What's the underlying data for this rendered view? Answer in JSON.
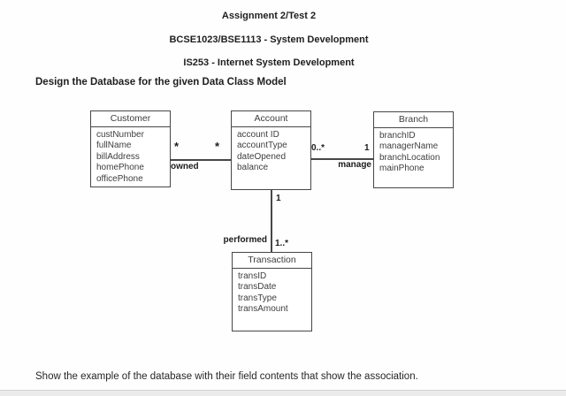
{
  "header": {
    "title": "Assignment 2/Test 2",
    "course_line1": "BCSE1023/BSE1113 - System Development",
    "course_line2": "IS253 - Internet System Development",
    "instruction": "Design the Database for the given Data Class Model"
  },
  "footer": {
    "instruction": "Show the example of the database with their field contents that show the association."
  },
  "diagram": {
    "classes": [
      {
        "name": "Customer",
        "attributes": [
          "custNumber",
          "fullName",
          "billAddress",
          "homePhone",
          "officePhone"
        ]
      },
      {
        "name": "Account",
        "attributes": [
          "account ID",
          "accountType",
          "dateOpened",
          "balance"
        ]
      },
      {
        "name": "Branch",
        "attributes": [
          "branchID",
          "managerName",
          "branchLocation",
          "mainPhone"
        ]
      },
      {
        "name": "Transaction",
        "attributes": [
          "transID",
          "transDate",
          "transType",
          "transAmount"
        ]
      }
    ],
    "associations": [
      {
        "label": "owned",
        "between": [
          "Customer",
          "Account"
        ],
        "mult_near_customer": "*",
        "mult_near_account": "*"
      },
      {
        "label": "manage",
        "between": [
          "Account",
          "Branch"
        ],
        "mult_near_account": "0..*",
        "mult_near_branch": "1"
      },
      {
        "label": "performed",
        "between": [
          "Account",
          "Transaction"
        ],
        "mult_near_account": "1",
        "mult_near_transaction": "1..*"
      }
    ]
  },
  "colors": {
    "box_border": "#474747",
    "diagram_text": "#3e3e3e",
    "document_text": "#1e1e1e",
    "bottom_strip": "#ebebeb"
  }
}
